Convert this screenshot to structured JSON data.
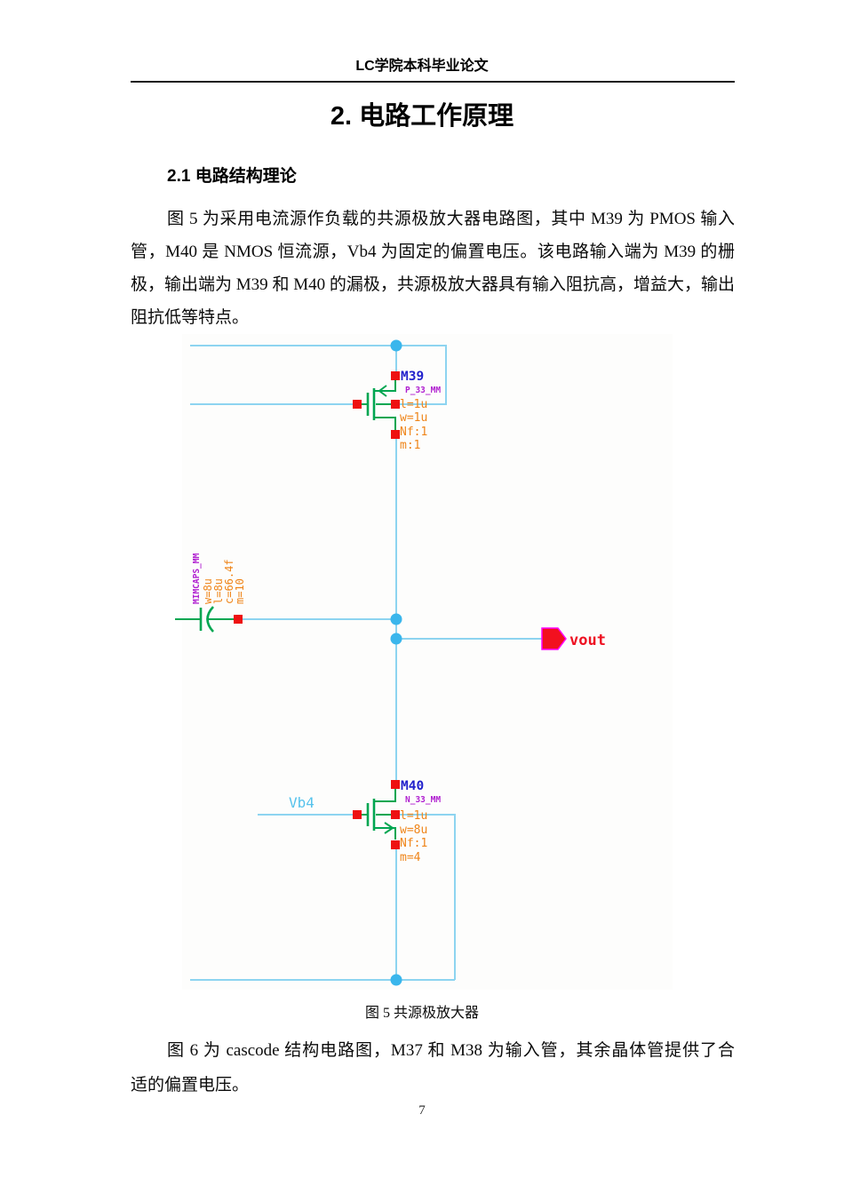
{
  "header": {
    "title": "LC学院本科毕业论文"
  },
  "content": {
    "chapter_title": "2. 电路工作原理",
    "section_heading": "2.1 电路结构理论",
    "paragraph1": [
      "图 5 为采用电流源作负载的共源极放大器电路图，其中 M39 为 PMOS 输入",
      "管，M40 是 NMOS 恒流源，Vb4 为固定的偏置电压。该电路输入端为 M39 的栅",
      "极，输出端为 M39 和 M40 的漏极，共源极放大器具有输入阻抗高，增益大，输出",
      "阻抗低等特点。"
    ],
    "figure_caption": "图 5 共源极放大器",
    "paragraph2": [
      "图 6 为 cascode 结构电路图，M37 和 M38 为输入管，其余晶体管提供了合",
      "适的偏置电压。"
    ]
  },
  "footer": {
    "page_number": "7"
  },
  "schematic": {
    "devices": {
      "m39": {
        "name": "M39",
        "model": "P_33_MM",
        "l": "l=1u",
        "w": "w=1u",
        "nf": "Nf:1",
        "m": "m:1"
      },
      "m40": {
        "name": "M40",
        "model": "N_33_MM",
        "l": "l=1u",
        "w": "w=8u",
        "nf": "Nf:1",
        "m": "m=4"
      },
      "cap": {
        "model": "MIMCAPS_MM",
        "w": "w=8u",
        "l": "l=8u",
        "c": "c=66.4f",
        "m": "m=10"
      }
    },
    "nets": {
      "vb4": "Vb4",
      "vout": "vout"
    },
    "colors": {
      "wire": "#8dd4f0",
      "junction_dot": "#3ab6ec",
      "pin_square": "#ee1111",
      "device_green": "#00a651",
      "instance_label": "#2222cc",
      "model_label": "#b020d0",
      "param_label": "#ef8519",
      "net_label": "#55c2ec",
      "port_fill": "#f2101f",
      "port_border": "#ff00ff",
      "port_text": "#ee1122"
    }
  }
}
